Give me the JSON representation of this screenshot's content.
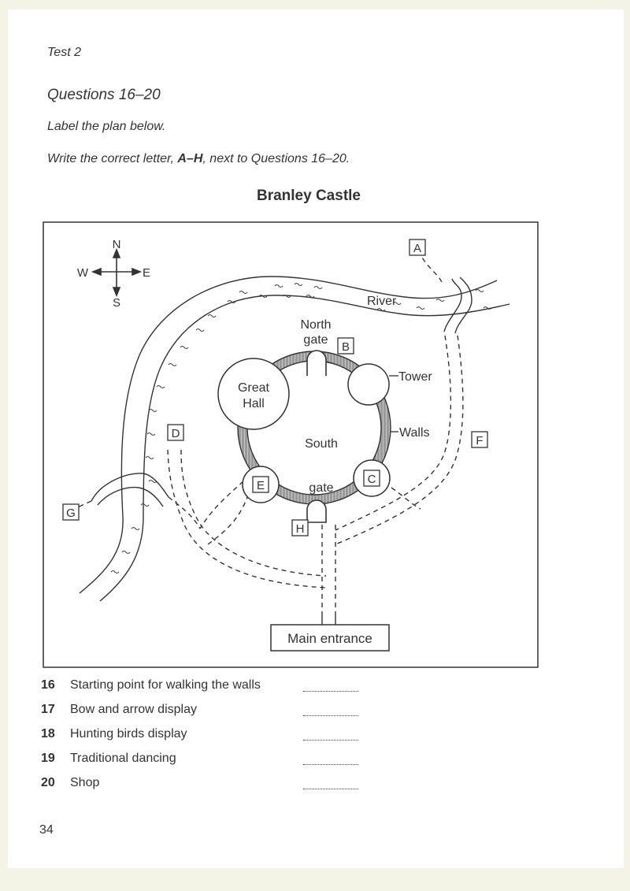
{
  "header": {
    "test_label": "Test 2"
  },
  "section": {
    "title": "Questions 16–20",
    "instruction_1": "Label the plan below.",
    "instruction_2_prefix": "Write the correct letter, ",
    "instruction_2_bold": "A–H",
    "instruction_2_suffix": ", next to Questions 16–20."
  },
  "plan": {
    "title": "Branley Castle",
    "compass": {
      "n": "N",
      "s": "S",
      "e": "E",
      "w": "W"
    },
    "labels": {
      "river": "River",
      "north_gate_1": "North",
      "north_gate_2": "gate",
      "south_gate_1": "South",
      "south_gate_2": "gate",
      "tower": "Tower",
      "walls": "Walls",
      "great_hall_1": "Great",
      "great_hall_2": "Hall",
      "main_entrance": "Main entrance"
    },
    "letters": {
      "A": "A",
      "B": "B",
      "C": "C",
      "D": "D",
      "E": "E",
      "F": "F",
      "G": "G",
      "H": "H"
    }
  },
  "questions": [
    {
      "number": "16",
      "text": "Starting point for walking the walls"
    },
    {
      "number": "17",
      "text": "Bow and arrow display"
    },
    {
      "number": "18",
      "text": "Hunting birds display"
    },
    {
      "number": "19",
      "text": "Traditional dancing"
    },
    {
      "number": "20",
      "text": "Shop"
    }
  ],
  "footer": {
    "page_number": "34"
  }
}
